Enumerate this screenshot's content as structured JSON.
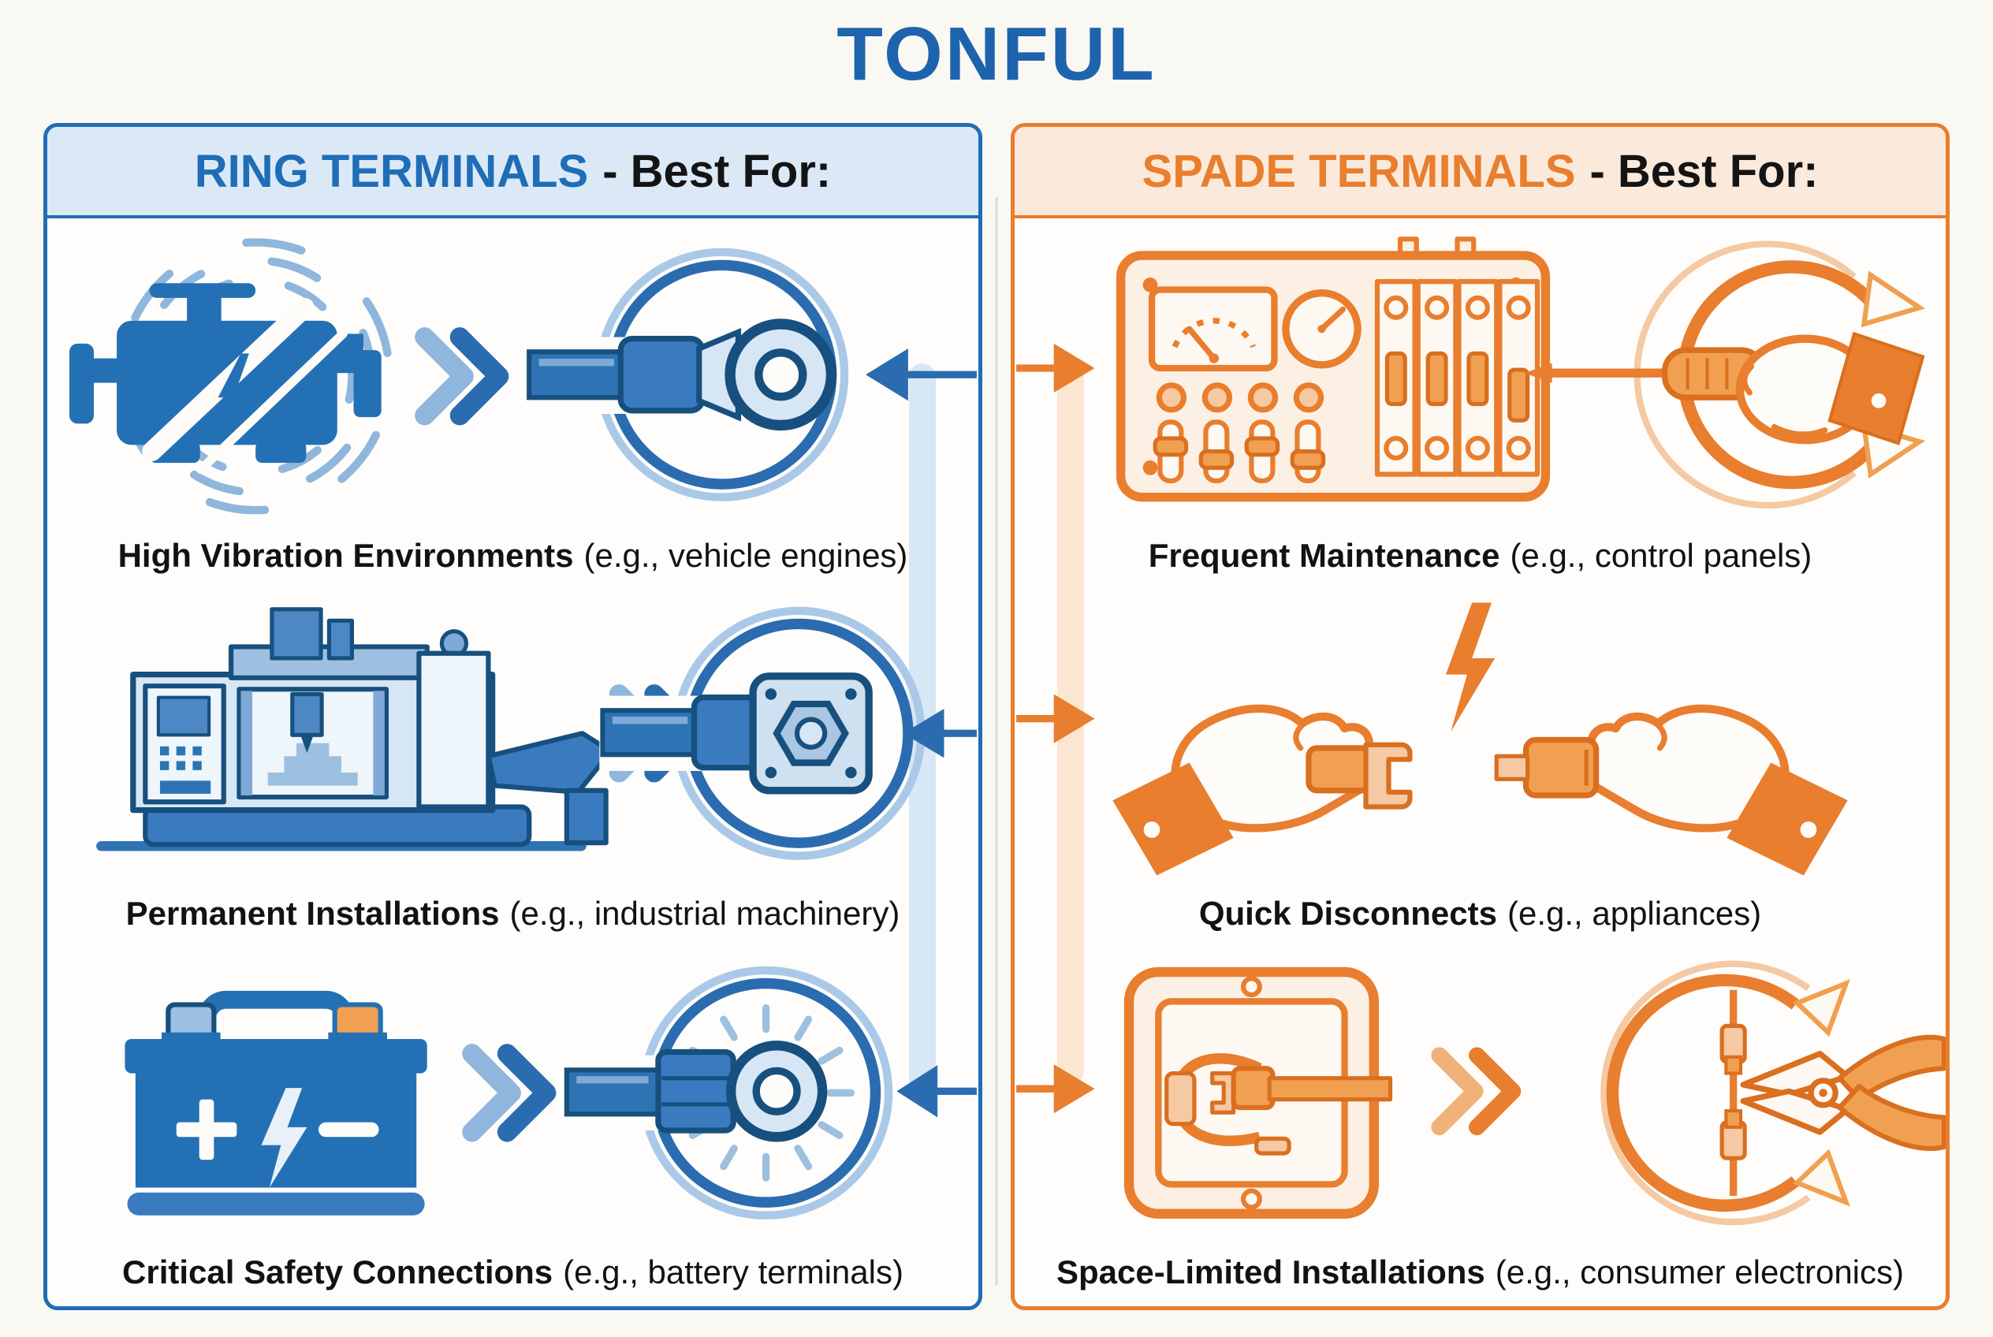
{
  "brand": {
    "logo_text": "TONFUL",
    "logo_color": "#1e63ad"
  },
  "colors": {
    "blue_primary": "#1f6db6",
    "blue_dark": "#17507f",
    "blue_light": "#7fa9d6",
    "blue_pale_header": "#dbe9f7",
    "orange_primary": "#e87e2e",
    "orange_dark": "#c9641a",
    "orange_light": "#f0a050",
    "orange_pale_header": "#fbeadb",
    "background": "#faf8f3",
    "text": "#141414"
  },
  "panels": [
    {
      "key": "ring-terminals",
      "title_highlight": "RING TERMINALS",
      "title_rest": "- Best For:",
      "rows": [
        {
          "title": "High Vibration Environments",
          "example": "(e.g., vehicle engines)",
          "icons": [
            "engine-vibration-icon",
            "chevron-right-icon",
            "ring-terminal-circle-icon",
            "arrow-left-icon"
          ]
        },
        {
          "title": "Permanent Installations",
          "example": "(e.g., industrial machinery)",
          "icons": [
            "cnc-machine-icon",
            "chevron-right-icon",
            "flange-terminal-circle-icon",
            "arrow-left-icon"
          ]
        },
        {
          "title": "Critical Safety Connections",
          "example": "(e.g., battery terminals)",
          "icons": [
            "car-battery-icon",
            "chevron-right-icon",
            "ring-terminal-sunburst-circle-icon",
            "arrow-left-icon"
          ]
        }
      ]
    },
    {
      "key": "spade-terminals",
      "title_highlight": "SPADE TERMINALS",
      "title_rest": "- Best For:",
      "rows": [
        {
          "title": "Frequent Maintenance",
          "example": "(e.g., control panels)",
          "icons": [
            "arrow-right-icon",
            "control-panel-icon",
            "screwdriver-icon",
            "hand-rotation-icon"
          ]
        },
        {
          "title": "Quick Disconnects",
          "example": "(e.g., appliances)",
          "icons": [
            "arrow-right-icon",
            "lightning-bolt-icon",
            "hands-pulling-spade-connector-icon"
          ]
        },
        {
          "title": "Space-Limited Installations",
          "example": "(e.g., consumer electronics)",
          "icons": [
            "arrow-right-icon",
            "junction-box-icon",
            "chevron-right-icon",
            "pliers-rotation-circle-icon"
          ]
        }
      ]
    }
  ]
}
